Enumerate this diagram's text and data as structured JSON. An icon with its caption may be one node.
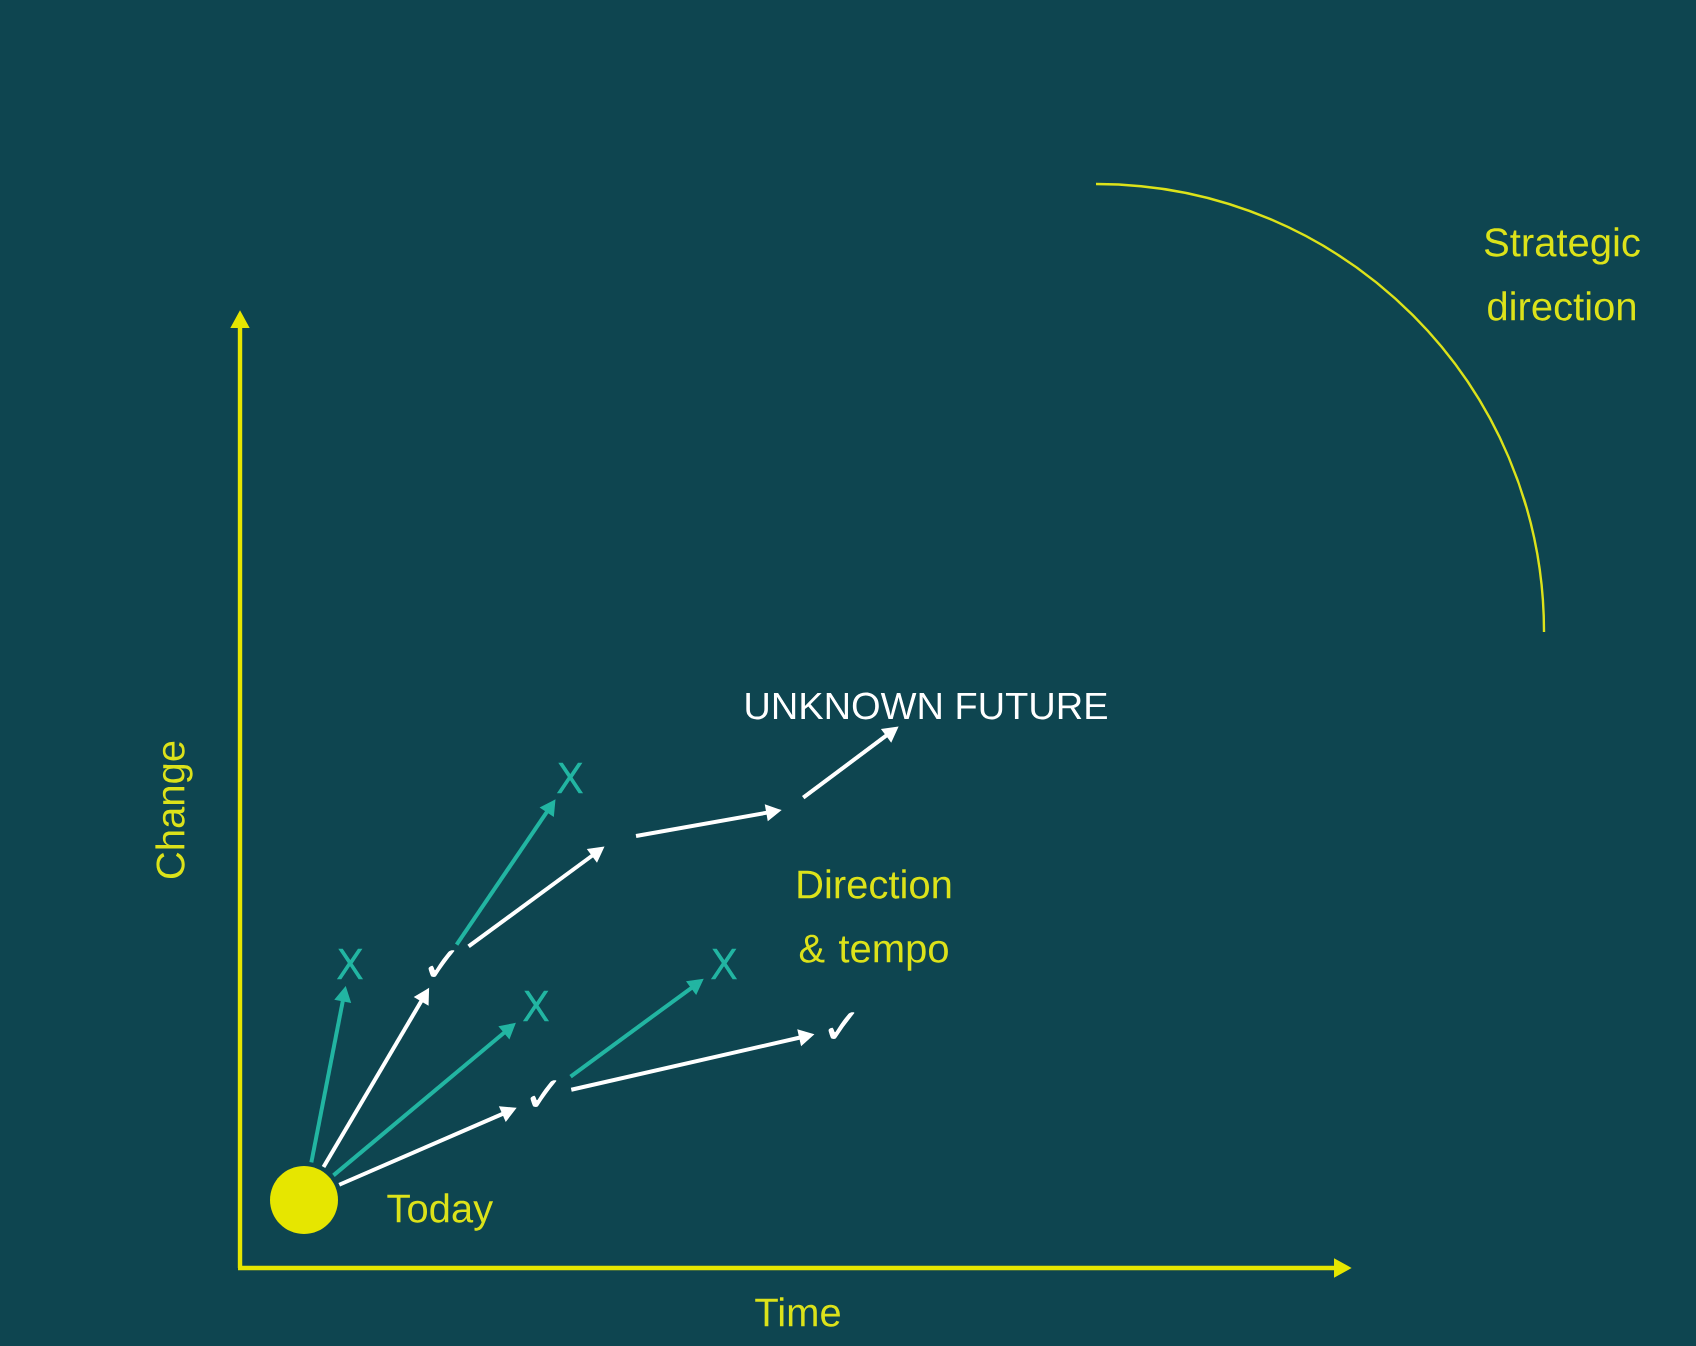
{
  "diagram": {
    "nodes": [
      {
        "text": [
          "UNKNOWN FUTURE"
        ]
      },
      {
        "text": [
          "X"
        ]
      },
      {
        "text": [
          "X"
        ]
      },
      {
        "text": [
          "✓"
        ]
      },
      {
        "text": [
          "X"
        ]
      },
      {
        "text": [
          "X"
        ]
      },
      {
        "text": [
          "✓"
        ]
      },
      {
        "text": [
          "✓"
        ]
      },
      {
        "text": [],
        "shape": "circle",
        "beside": [
          "Today"
        ]
      }
    ],
    "edges": [
      {
        "from": 8,
        "to": 2,
        "arrow": "to",
        "color": "#22b5a2"
      },
      {
        "from": 8,
        "to": 3,
        "arrow": "to"
      },
      {
        "from": 8,
        "to": 5,
        "arrow": "to",
        "color": "#22b5a2"
      },
      {
        "from": 8,
        "to": 7,
        "arrow": "to"
      },
      {
        "from": 3,
        "to": 1,
        "arrow": "to",
        "color": "#22b5a2"
      },
      {
        "from": 3,
        "to": null,
        "arrow": "to"
      },
      {
        "from": null,
        "to": 0,
        "arrow": "to"
      },
      {
        "from": 7,
        "to": 4,
        "arrow": "to",
        "color": "#22b5a2"
      },
      {
        "from": 7,
        "to": 6,
        "arrow": "to"
      }
    ],
    "labels": [
      "Strategic direction",
      "Change",
      "Direction & tempo",
      "Time"
    ]
  }
}
